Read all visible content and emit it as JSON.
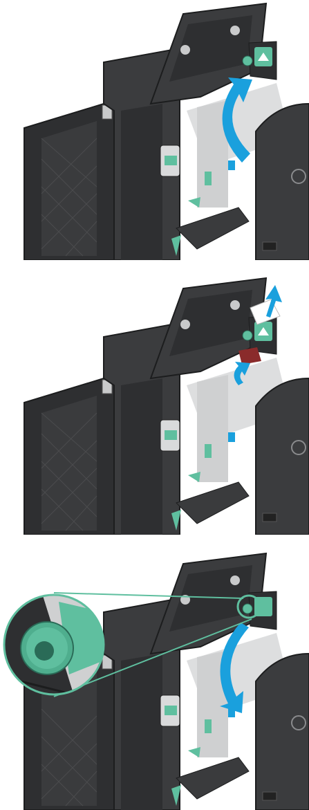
{
  "steps": [
    {
      "id": 1,
      "callout": "top-cover-open-arrow"
    },
    {
      "id": 2,
      "callout": "paper-removal-arrows"
    },
    {
      "id": 3,
      "callout": "zoom-knob-inset"
    }
  ],
  "colors": {
    "device_dark": "#2e2f31",
    "device_mid": "#3b3c3e",
    "device_light": "#56585a",
    "panel_edge": "#1c1d1e",
    "metal": "#d9dadb",
    "accent_green": "#5fbf9f",
    "arrow_blue": "#1aa0dd",
    "jam_red": "#8a2b2b",
    "background": "#ffffff"
  },
  "icons": {
    "logo": "hp-logo-icon",
    "arrow": "curved-arrow-icon",
    "knob": "green-knob-icon"
  }
}
